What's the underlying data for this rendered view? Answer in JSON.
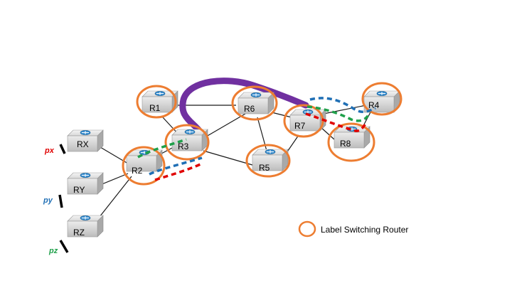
{
  "routers": {
    "RX": "RX",
    "RY": "RY",
    "RZ": "RZ",
    "R1": "R1",
    "R2": "R2",
    "R3": "R3",
    "R4": "R4",
    "R5": "R5",
    "R6": "R6",
    "R7": "R7",
    "R8": "R8"
  },
  "ports": [
    {
      "label": "px",
      "color": "#E00000"
    },
    {
      "label": "py",
      "color": "#1F6FB5"
    },
    {
      "label": "pz",
      "color": "#1FA04A"
    }
  ],
  "legend": {
    "label": "Label Switching Router",
    "color": "#ED7D31"
  },
  "paths": {
    "purple": "#7030A0",
    "red": "#E00000",
    "blue": "#1F6FB5",
    "green": "#1FA04A"
  }
}
